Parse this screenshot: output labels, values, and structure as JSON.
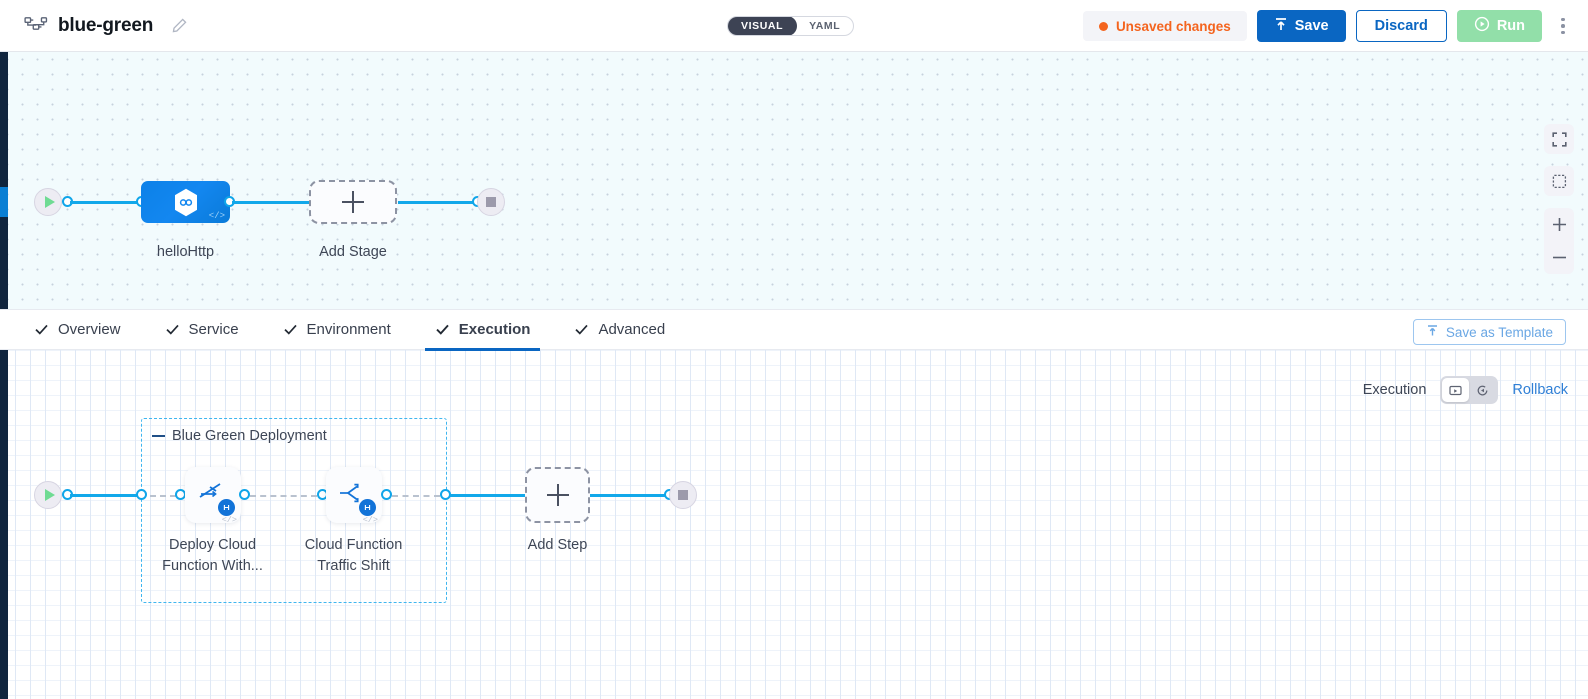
{
  "header": {
    "pipeline_icon": "pipeline-nodes-icon",
    "title": "blue-green",
    "edit_icon": "pencil-icon",
    "mode_toggle": {
      "visual": "VISUAL",
      "yaml": "YAML",
      "selected": "VISUAL"
    },
    "unsaved_label": "Unsaved changes",
    "save_label": "Save",
    "discard_label": "Discard",
    "run_label": "Run",
    "menu_icon": "kebab-menu-icon",
    "colors": {
      "accent_blue": "#0a66c2",
      "warning_orange": "#f4641e",
      "run_green": "#92dfa9"
    }
  },
  "stage_canvas": {
    "start_node": "start-play-node",
    "end_node": "end-stop-node",
    "stage": {
      "name": "helloHttp",
      "icon": "cloud-function-hexagon-icon",
      "code_badge": "</>"
    },
    "add_stage_label": "Add Stage",
    "controls": {
      "fullscreen": "fullscreen-icon",
      "fit": "fit-to-screen-icon",
      "zoom_in": "zoom-in-icon",
      "zoom_out": "zoom-out-icon"
    }
  },
  "tabs": [
    {
      "label": "Overview",
      "checked": true,
      "active": false
    },
    {
      "label": "Service",
      "checked": true,
      "active": false
    },
    {
      "label": "Environment",
      "checked": true,
      "active": false
    },
    {
      "label": "Execution",
      "checked": true,
      "active": true
    },
    {
      "label": "Advanced",
      "checked": true,
      "active": false
    }
  ],
  "save_as_template": {
    "label": "Save as Template",
    "icon": "upload-template-icon"
  },
  "execution_panel": {
    "execution_label": "Execution",
    "rollback_label": "Rollback",
    "toggle": {
      "left_icon": "execution-steps-icon",
      "right_icon": "rollback-steps-icon",
      "selected": "execution"
    },
    "group": {
      "title": "Blue Green Deployment",
      "collapse_icon": "collapse-dash-icon",
      "steps": [
        {
          "label": "Deploy Cloud Function With...",
          "icon": "deploy-cloud-function-icon",
          "badge": "k8s-step-badge",
          "code_badge": "</>"
        },
        {
          "label": "Cloud Function Traffic Shift",
          "icon": "traffic-shift-icon",
          "badge": "k8s-step-badge",
          "code_badge": "</>"
        }
      ]
    },
    "add_step_label": "Add Step",
    "start_node": "start-play-node",
    "end_node": "end-stop-node"
  }
}
